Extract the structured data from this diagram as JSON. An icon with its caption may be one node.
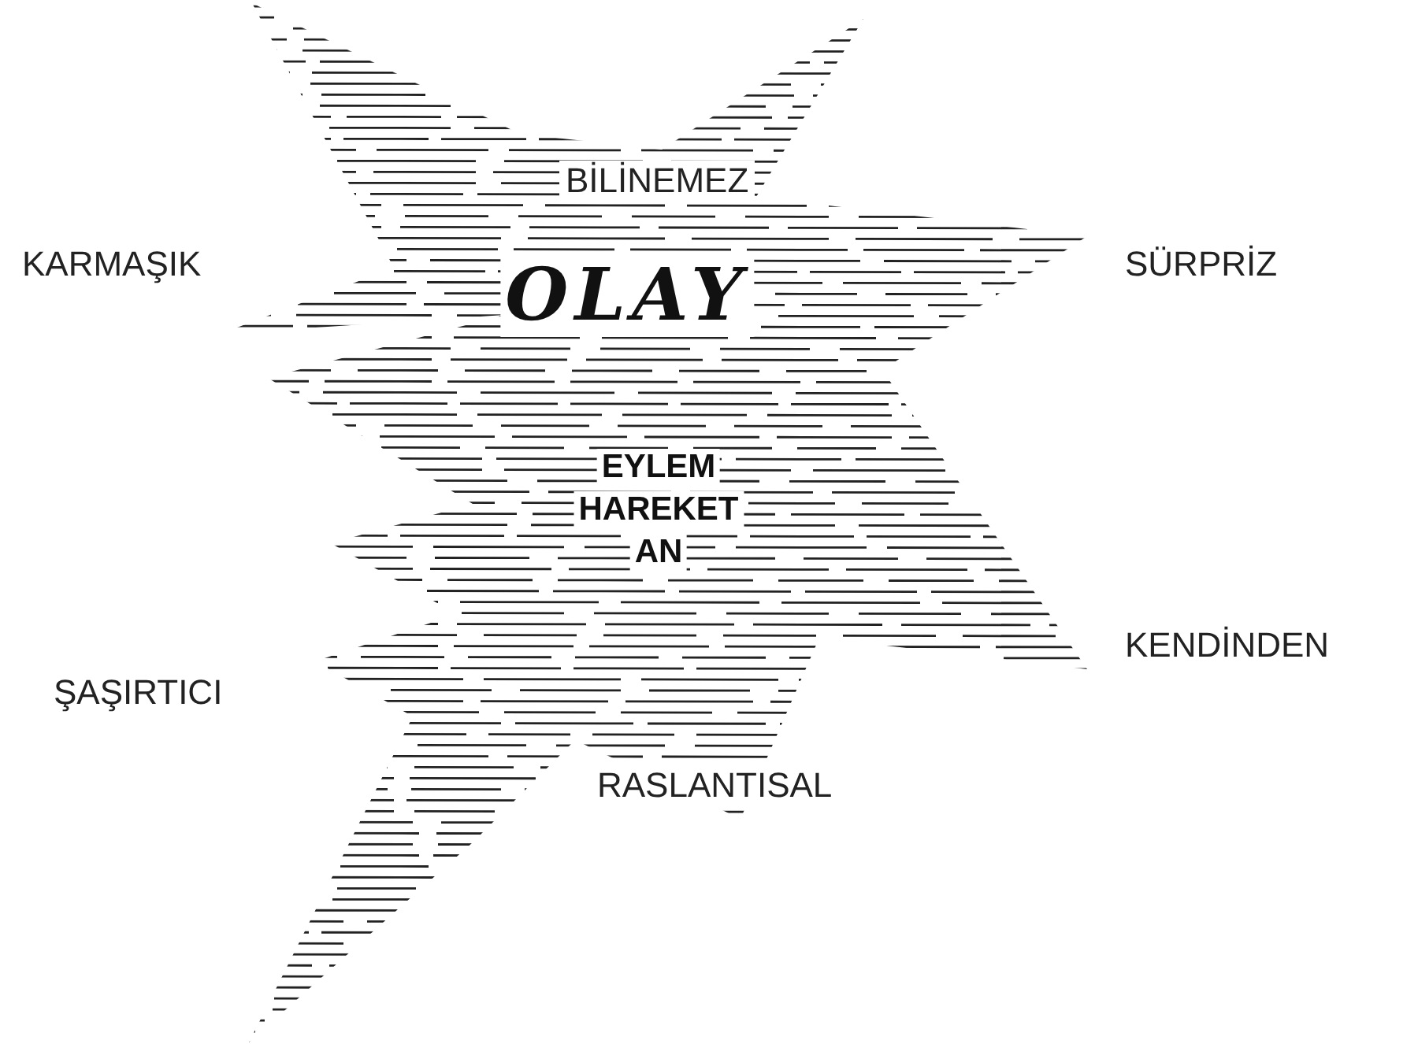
{
  "diagram": {
    "nodes": [
      {
        "text": [
          "OLAY",
          "EYLEM",
          "HAREKET",
          "AN"
        ]
      }
    ],
    "labels": [
      "BİLİNEMEZ",
      "KARMAŞIK",
      "SÜRPRİZ",
      "KENDİNDEN",
      "ŞAŞIRTICI",
      "RASLANTISAL"
    ]
  }
}
